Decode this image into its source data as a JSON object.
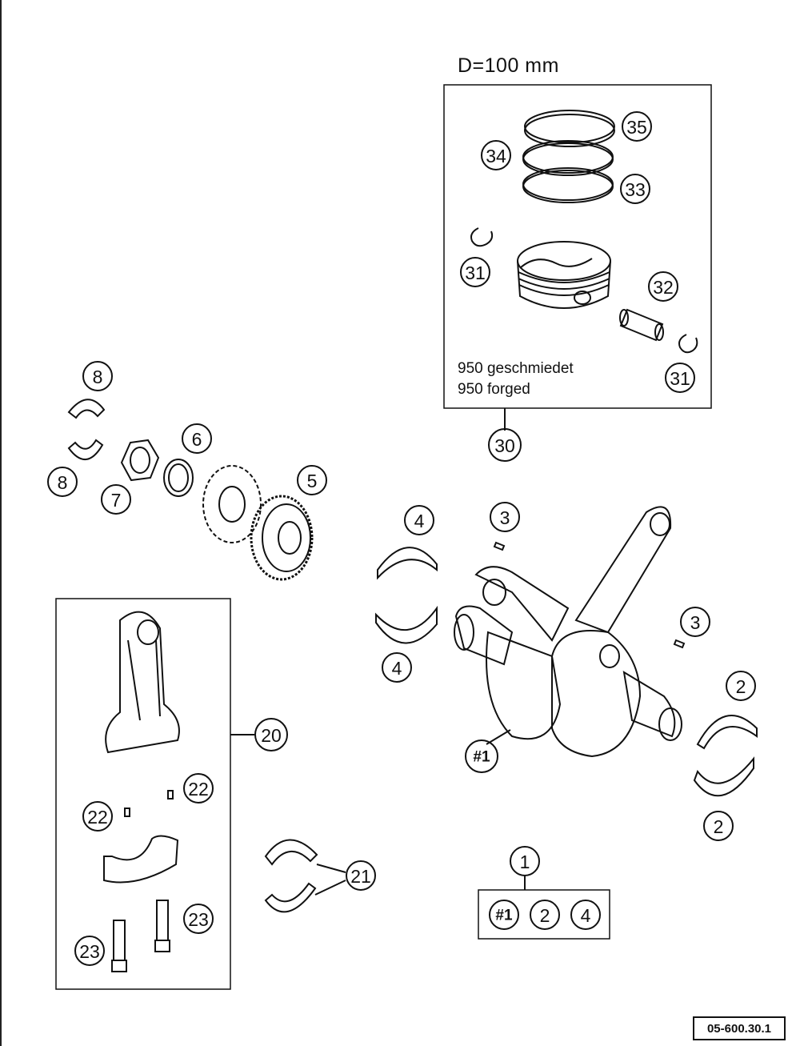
{
  "header": {
    "bore_label": "D=100 mm"
  },
  "piston_box": {
    "variant_line1": "950 geschmiedet",
    "variant_line2": "950 forged"
  },
  "callouts": {
    "c35": "35",
    "c34": "34",
    "c33": "33",
    "c31a": "31",
    "c32": "32",
    "c31b": "31",
    "c30": "30",
    "c8a": "8",
    "c8b": "8",
    "c7": "7",
    "c6": "6",
    "c5": "5",
    "c4a": "4",
    "c4b": "4",
    "c3a": "3",
    "c3b": "3",
    "c2a": "2",
    "c2b": "2",
    "c20": "20",
    "c22a": "22",
    "c22b": "22",
    "c23a": "23",
    "c23b": "23",
    "c21": "21",
    "c1": "1",
    "cH1": "#1",
    "set_h1": "#1",
    "set_2": "2",
    "set_4": "4"
  },
  "footer": {
    "doc_ref": "05-600.30.1"
  }
}
